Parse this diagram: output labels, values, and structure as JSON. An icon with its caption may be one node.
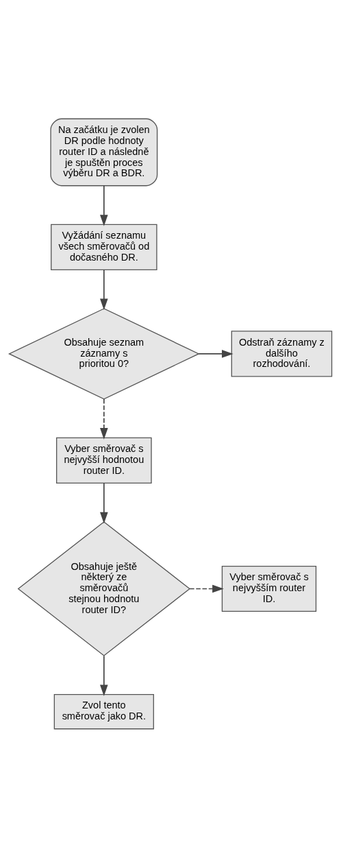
{
  "diagram": {
    "nodes": [
      {
        "text": [
          "Na začátku je zvolen DR podle hodnoty router ID a následně je spuštěn proces výběru DR a BDR."
        ]
      },
      {
        "text": [
          "Vyžádání seznamu všech směrovačů od dočasného DR."
        ]
      },
      {
        "text": [
          "Obsahuje seznam záznamy s prioritou 0?"
        ]
      },
      {
        "text": [
          "Odstraň záznamy z dalšího rozhodování."
        ]
      },
      {
        "text": [
          "Vyber směrovač s nejvyšší hodnotou router ID."
        ]
      },
      {
        "text": [
          "Obsahuje ještě některý ze směrovačů stejnou hodnotu router ID?"
        ]
      },
      {
        "text": [
          "Vyber směrovač s nejvyšším router ID."
        ]
      },
      {
        "text": [
          "Zvol tento směrovač jako DR."
        ]
      }
    ],
    "edges": [
      {
        "from": 0,
        "to": 1,
        "arrow": "to"
      },
      {
        "from": 1,
        "to": 2,
        "arrow": "to"
      },
      {
        "from": 2,
        "to": 3,
        "arrow": "to"
      },
      {
        "from": 2,
        "to": 4,
        "arrow": "to",
        "style": "dashed"
      },
      {
        "from": 4,
        "to": 5,
        "arrow": "to"
      },
      {
        "from": 5,
        "to": 6,
        "arrow": "to",
        "style": "dashed"
      },
      {
        "from": 5,
        "to": 7,
        "arrow": "to"
      }
    ]
  }
}
